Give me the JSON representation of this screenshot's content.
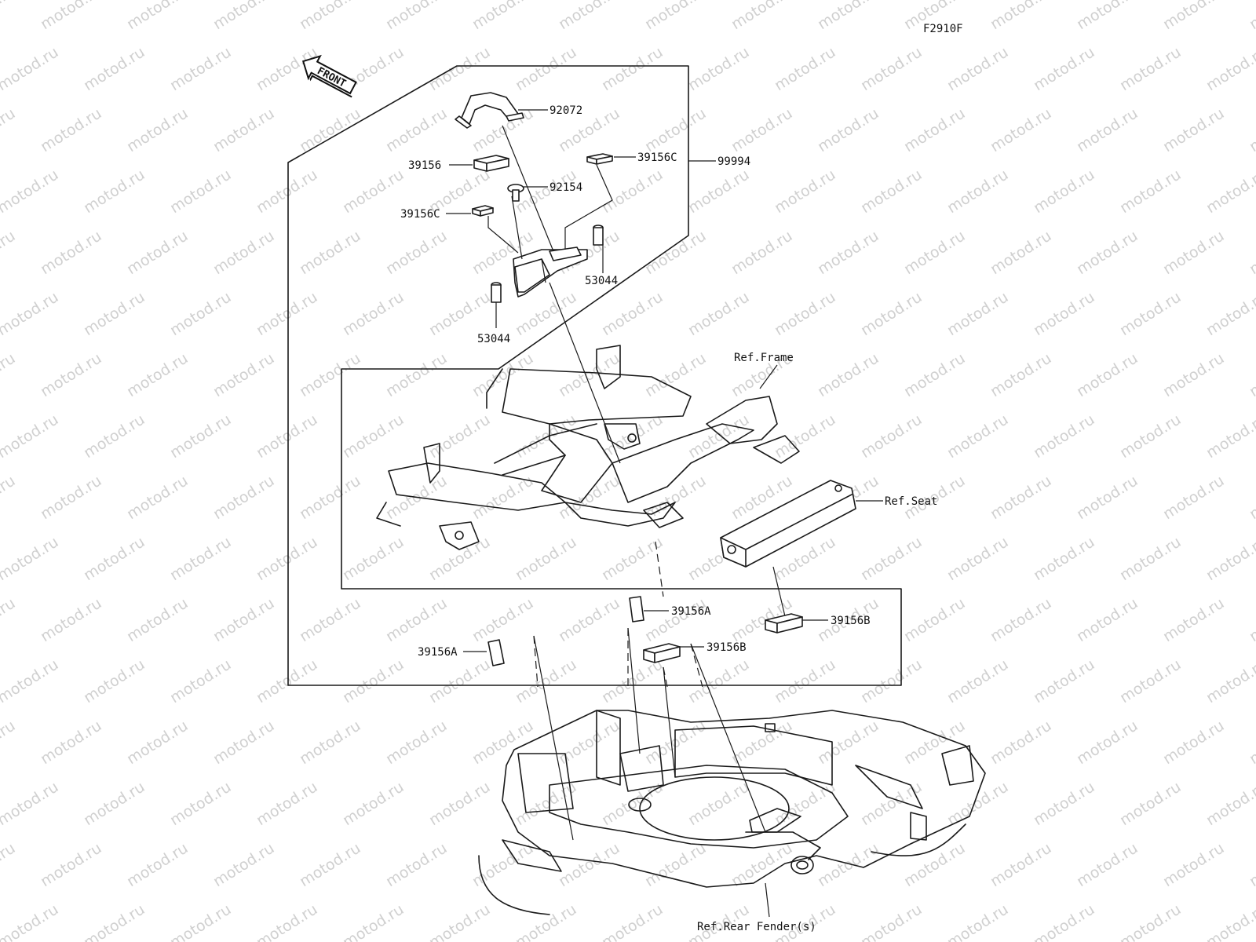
{
  "diagram_code": "F2910F",
  "watermark": "motod.ru",
  "front_arrow_label": "FRONT",
  "group_code": "99994",
  "parts": {
    "p92072": "92072",
    "p39156": "39156",
    "p39156c_upper": "39156C",
    "p92154": "92154",
    "p39156c_lower": "39156C",
    "p53044_right": "53044",
    "p53044_left": "53044",
    "p39156a_upper": "39156A",
    "p39156a_lower": "39156A",
    "p39156b_upper": "39156B",
    "p39156b_lower": "39156B"
  },
  "references": {
    "frame": "Ref.Frame",
    "seat": "Ref.Seat",
    "rear_fender": "Ref.Rear Fender(s)"
  }
}
